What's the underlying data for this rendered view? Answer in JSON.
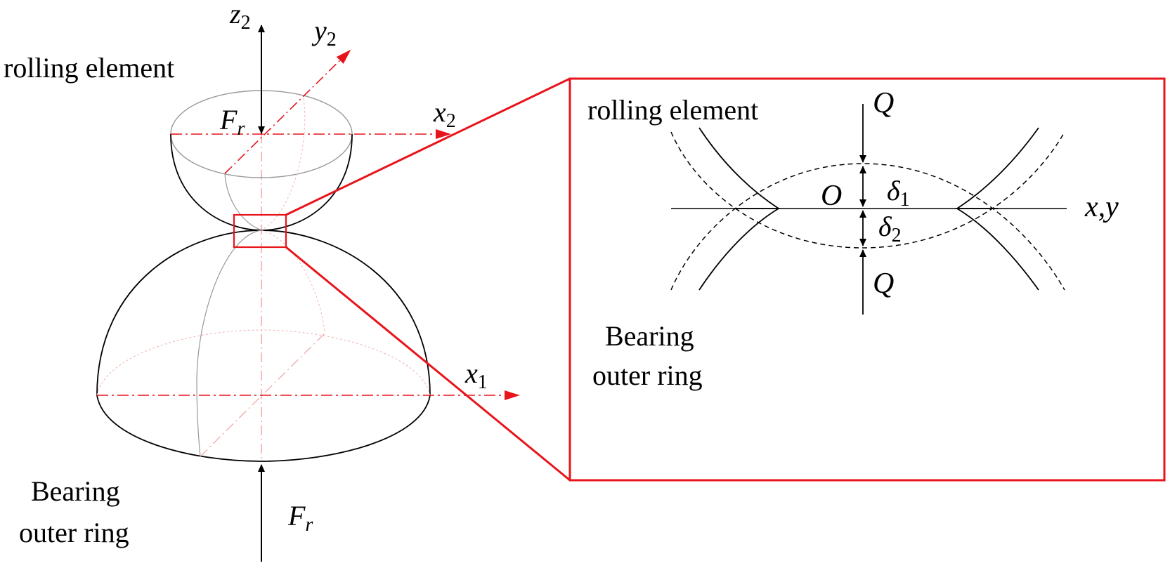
{
  "left_view": {
    "rolling_label": "rolling element",
    "outer_label_line1": "Bearing",
    "outer_label_line2": "outer ring",
    "axis_z2": {
      "base": "z",
      "sub": "2"
    },
    "axis_y2": {
      "base": "y",
      "sub": "2"
    },
    "axis_x2": {
      "base": "x",
      "sub": "2"
    },
    "axis_x1": {
      "base": "x",
      "sub": "1"
    },
    "force_top": {
      "base": "F",
      "sub": "r"
    },
    "force_bottom": {
      "base": "F",
      "sub": "r"
    }
  },
  "zoom_view": {
    "rolling_label": "rolling element",
    "outer_label_line1": "Bearing",
    "outer_label_line2": "outer ring",
    "load_top": "Q",
    "load_bottom": "Q",
    "origin": "O",
    "axis": "x,y",
    "delta1": {
      "base": "δ",
      "sub": "1"
    },
    "delta2": {
      "base": "δ",
      "sub": "2"
    }
  },
  "colors": {
    "highlight": "#e8141b",
    "line": "#000000",
    "hidden_line": "#999999",
    "hidden_red": "#f2a0a0"
  }
}
